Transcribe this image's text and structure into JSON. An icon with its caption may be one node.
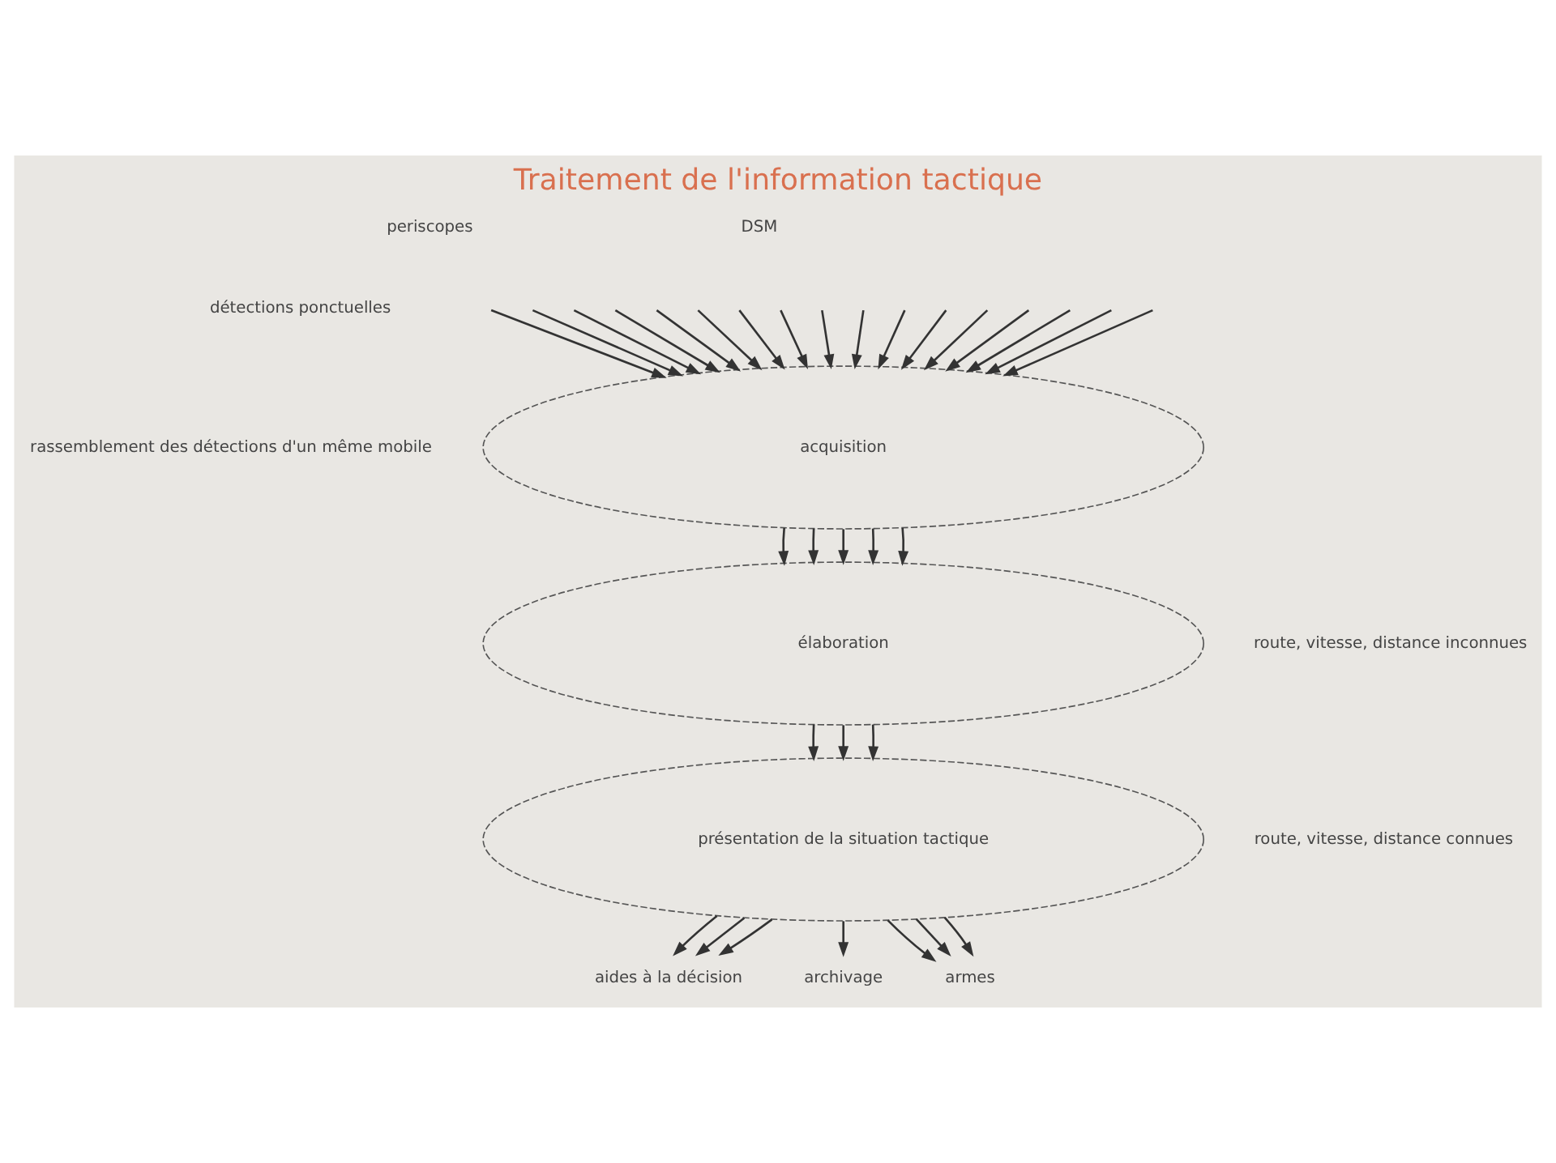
{
  "diagram": {
    "title": "Traitement de l'information tactique",
    "nodes": [
      {
        "text": [
          "acquisition"
        ]
      },
      {
        "text": [
          "élaboration"
        ]
      },
      {
        "text": [
          "présentation de la situation tactique"
        ]
      },
      {
        "text": [
          "aides à la décision"
        ]
      },
      {
        "text": [
          "archivage"
        ]
      },
      {
        "text": [
          "armes"
        ]
      }
    ],
    "edges": [
      {
        "from": null,
        "to": 0,
        "arrow": "to"
      },
      {
        "from": null,
        "to": 0,
        "arrow": "to"
      },
      {
        "from": null,
        "to": 0,
        "arrow": "to"
      },
      {
        "from": null,
        "to": 0,
        "arrow": "to"
      },
      {
        "from": null,
        "to": 0,
        "arrow": "to"
      },
      {
        "from": null,
        "to": 0,
        "arrow": "to"
      },
      {
        "from": null,
        "to": 0,
        "arrow": "to"
      },
      {
        "from": null,
        "to": 0,
        "arrow": "to"
      },
      {
        "from": null,
        "to": 0,
        "arrow": "to"
      },
      {
        "from": null,
        "to": 0,
        "arrow": "to"
      },
      {
        "from": null,
        "to": 0,
        "arrow": "to"
      },
      {
        "from": null,
        "to": 0,
        "arrow": "to"
      },
      {
        "from": null,
        "to": 0,
        "arrow": "to"
      },
      {
        "from": null,
        "to": 0,
        "arrow": "to"
      },
      {
        "from": null,
        "to": 0,
        "arrow": "to"
      },
      {
        "from": null,
        "to": 0,
        "arrow": "to"
      },
      {
        "from": null,
        "to": 0,
        "arrow": "to"
      },
      {
        "from": 0,
        "to": 1,
        "arrow": "to"
      },
      {
        "from": 0,
        "to": 1,
        "arrow": "to"
      },
      {
        "from": 0,
        "to": 1,
        "arrow": "to"
      },
      {
        "from": 0,
        "to": 1,
        "arrow": "to"
      },
      {
        "from": 0,
        "to": 1,
        "arrow": "to"
      },
      {
        "from": 1,
        "to": 2,
        "arrow": "to"
      },
      {
        "from": 1,
        "to": 2,
        "arrow": "to"
      },
      {
        "from": 1,
        "to": 2,
        "arrow": "to"
      },
      {
        "from": 2,
        "to": 3,
        "arrow": "to"
      },
      {
        "from": 2,
        "to": 3,
        "arrow": "to"
      },
      {
        "from": 2,
        "to": 3,
        "arrow": "to"
      },
      {
        "from": 2,
        "to": 4,
        "arrow": "to"
      },
      {
        "from": 2,
        "to": 5,
        "arrow": "to"
      },
      {
        "from": 2,
        "to": 5,
        "arrow": "to"
      },
      {
        "from": 2,
        "to": 5,
        "arrow": "to"
      }
    ],
    "labels": [
      "periscopes",
      "DSM",
      "détections ponctuelles",
      "rassemblement des détections d'un même mobile",
      "route, vitesse, distance inconnues",
      "route, vitesse, distance connues"
    ]
  }
}
